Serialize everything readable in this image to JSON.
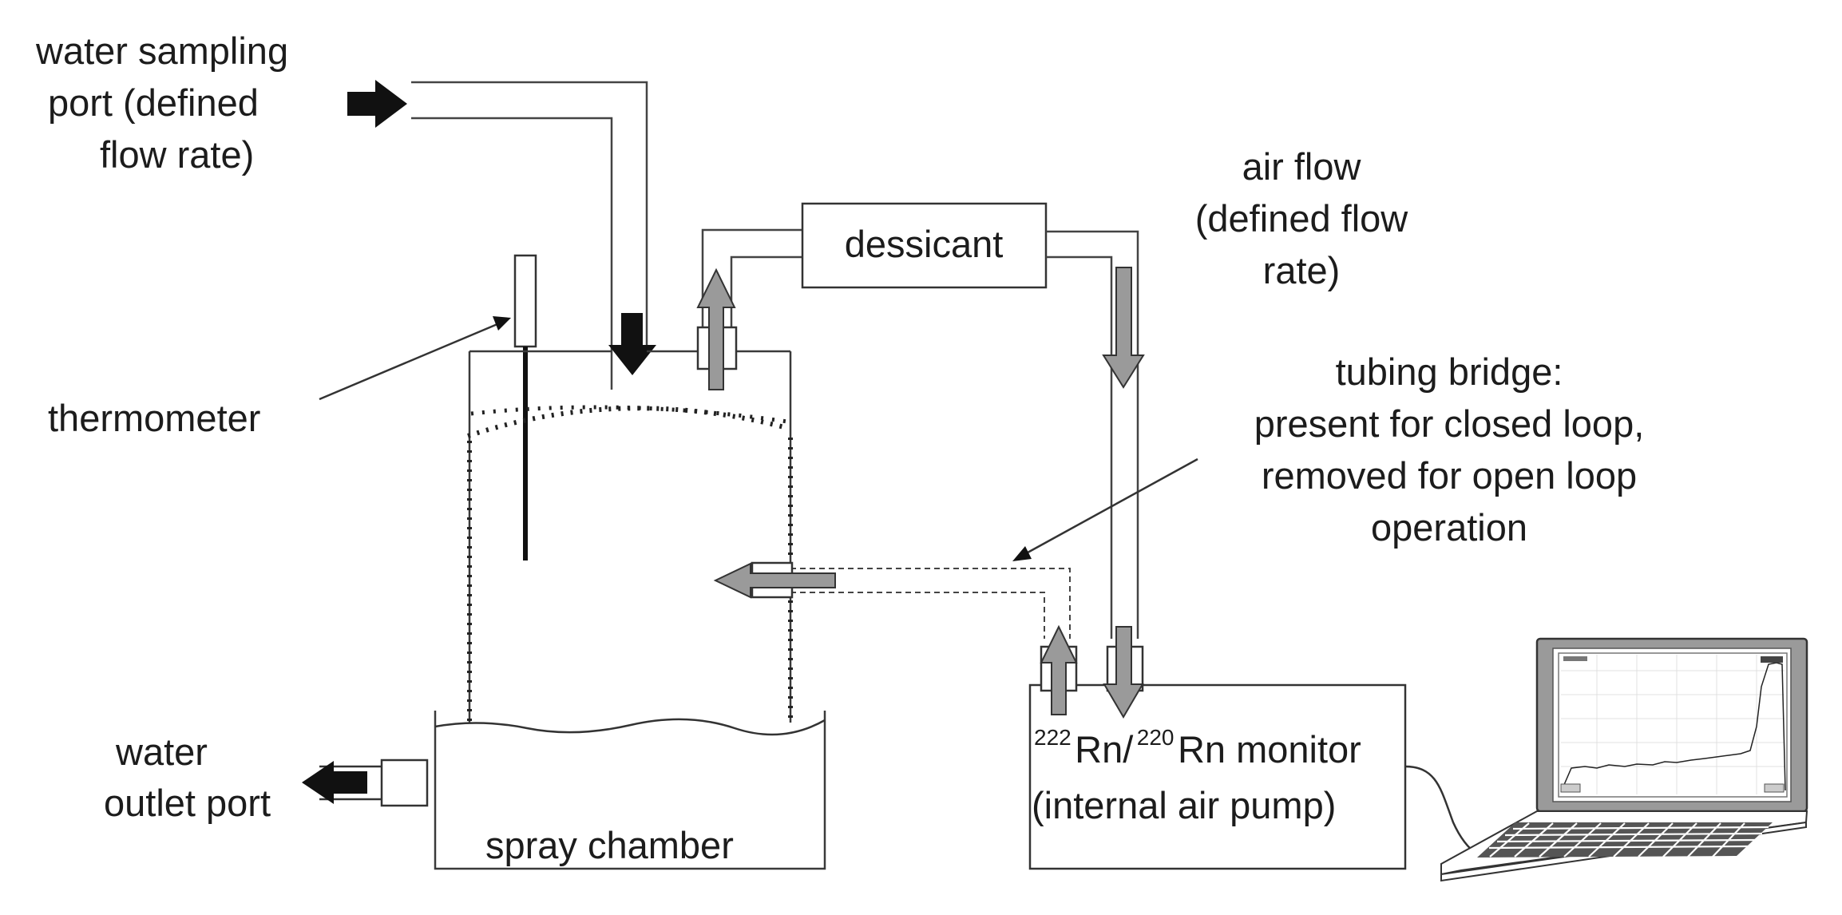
{
  "labels": {
    "water_sampling_port": [
      "water sampling",
      "port (defined",
      "flow rate)"
    ],
    "air_flow": [
      "air flow",
      "(defined flow",
      "rate)"
    ],
    "dessicant": "dessicant",
    "thermometer": "thermometer",
    "tubing_bridge": [
      "tubing bridge:",
      "present for closed loop,",
      "removed for open loop",
      "operation"
    ],
    "water_outlet_port": [
      "water",
      "outlet port"
    ],
    "spray_chamber": "spray chamber",
    "monitor": {
      "iso1_mass": "222",
      "iso1_symbol": "Rn/",
      "iso2_mass": "220",
      "iso2_symbol": "Rn monitor",
      "line2": "(internal air pump)"
    }
  },
  "colors": {
    "flow_arrow_air": "#9a9a9a",
    "flow_arrow_water": "#111111"
  }
}
